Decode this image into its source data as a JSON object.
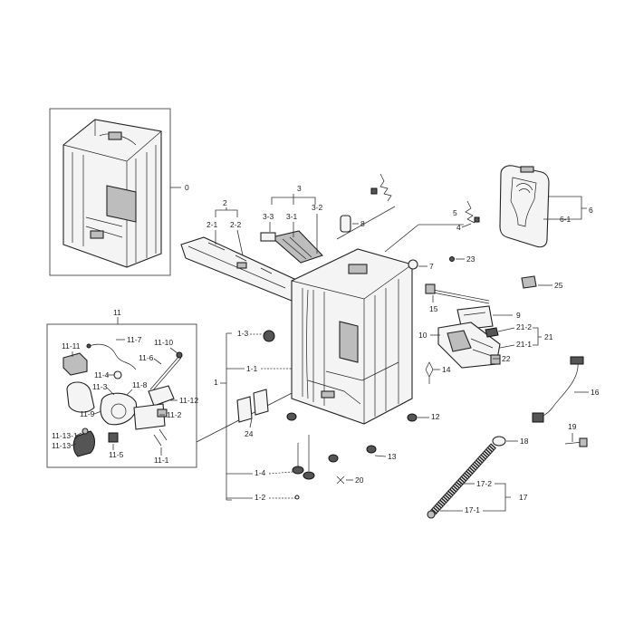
{
  "labels": {
    "l0": "0",
    "l1": "1",
    "l1_1": "1-1",
    "l1_2": "1-2",
    "l1_3": "1-3",
    "l1_4": "1-4",
    "l2": "2",
    "l2_1": "2-1",
    "l2_2": "2-2",
    "l3": "3",
    "l3_1": "3-1",
    "l3_2": "3-2",
    "l3_3": "3-3",
    "l4": "4",
    "l5": "5",
    "l6": "6",
    "l6_1": "6-1",
    "l7": "7",
    "l8": "8",
    "l9": "9",
    "l10": "10",
    "l11": "11",
    "l11_1": "11-1",
    "l11_2": "11-2",
    "l11_3": "11-3",
    "l11_4": "11-4",
    "l11_5": "11-5",
    "l11_6": "11-6",
    "l11_7": "11-7",
    "l11_8": "11-8",
    "l11_9": "11-9",
    "l11_10": "11-10",
    "l11_11": "11-11",
    "l11_12": "11-12",
    "l11_13": "11-13",
    "l11_13_1": "11-13-1",
    "l12": "12",
    "l13": "13",
    "l14": "14",
    "l15": "15",
    "l16": "16",
    "l17": "17",
    "l17_1": "17-1",
    "l17_2": "17-2",
    "l18": "18",
    "l19": "19",
    "l20": "20",
    "l21": "21",
    "l21_1": "21-1",
    "l21_2": "21-2",
    "l22": "22",
    "l23": "23",
    "l24": "24",
    "l25": "25"
  }
}
